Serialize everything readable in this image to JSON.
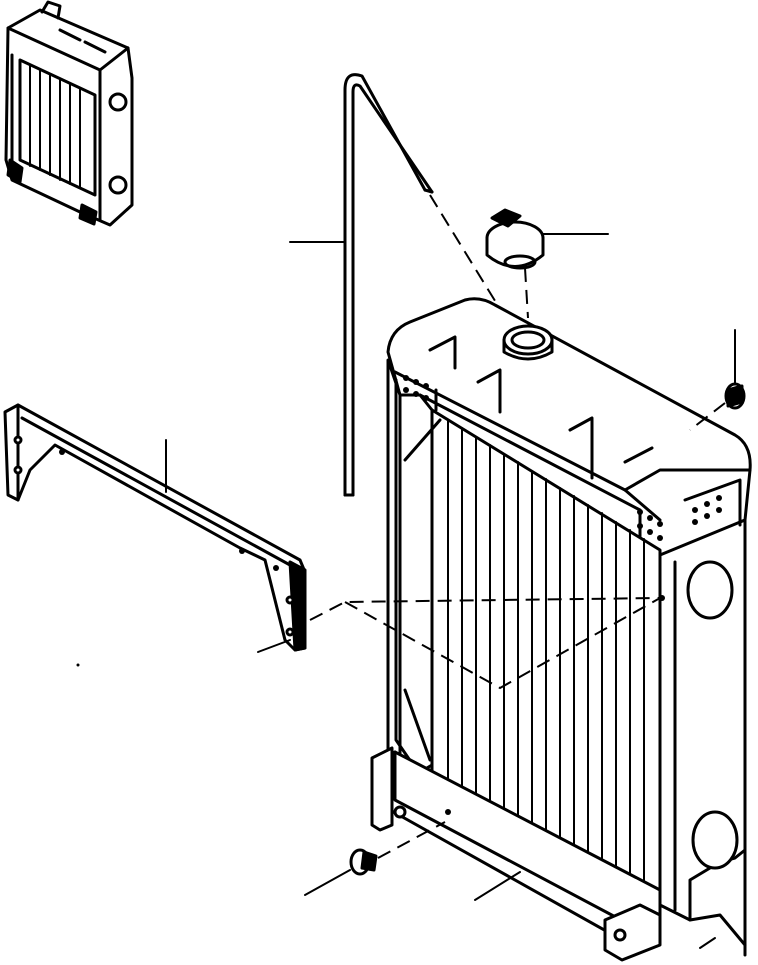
{
  "diagram": {
    "parts": [
      {
        "id": "inset-radiator",
        "icon": "radiator-thumbnail-icon"
      },
      {
        "id": "overflow-hose",
        "icon": "hose-icon"
      },
      {
        "id": "radiator-cap",
        "icon": "cap-icon"
      },
      {
        "id": "radiator-core",
        "icon": "radiator-icon"
      },
      {
        "id": "support-bracket",
        "icon": "bracket-icon"
      },
      {
        "id": "drain-plug",
        "icon": "bolt-icon"
      },
      {
        "id": "mounting-bolt",
        "icon": "bolt-icon"
      }
    ],
    "colors": {
      "ink": "#000000",
      "paper": "#ffffff"
    }
  }
}
